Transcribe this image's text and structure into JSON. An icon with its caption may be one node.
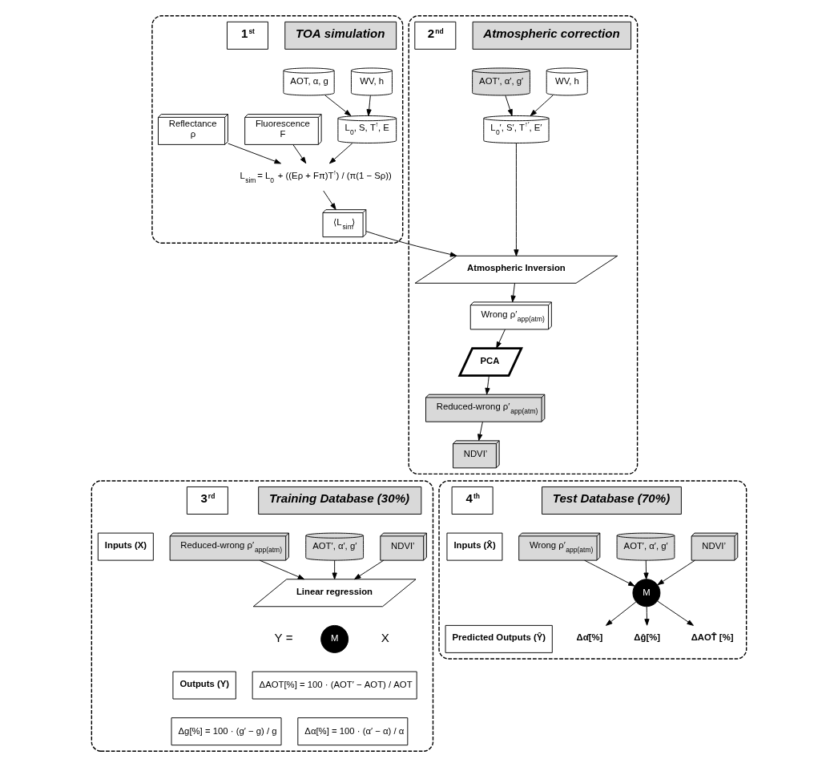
{
  "diagram": {
    "nodes": [
      {
        "text": [],
        "shape": "box"
      },
      {
        "text": [
          "1$^{st}$"
        ],
        "in": 0
      },
      {
        "text": [
          "TOA simulation"
        ],
        "in": 0
      },
      {
        "text": [
          "AOT, α, g"
        ],
        "in": 0
      },
      {
        "text": [
          "WV, h"
        ],
        "in": 0
      },
      {
        "text": [
          "L$_{0}$, S, T$^{↑}$, E"
        ],
        "in": 0
      },
      {
        "text": [
          "L$_{sim}$ = L$_{0}$ + ((Eρ + Fπ)T$^{↑}$) / (π(1 − Sρ))"
        ],
        "in": 0
      },
      {
        "text": [
          "⟨L$_{sim}$⟩"
        ],
        "in": 0
      },
      {
        "text": [
          "Reflectance",
          "ρ"
        ],
        "in": 0
      },
      {
        "text": [
          "Fluorescence",
          "F"
        ],
        "in": 0
      },
      {
        "text": [],
        "shape": "box"
      },
      {
        "text": [
          "2$^{nd}$"
        ],
        "in": 10
      },
      {
        "text": [
          "Atmospheric correction"
        ],
        "in": 10
      },
      {
        "text": [
          "AOT′, α′, g′"
        ],
        "in": 10
      },
      {
        "text": [
          "WV, h"
        ],
        "in": 10
      },
      {
        "text": [
          "L$_{0}$′, S′, T$^{↑′}$, E′"
        ],
        "in": 10
      },
      {
        "text": [
          "Atmospheric Inversion"
        ],
        "in": 10
      },
      {
        "text": [
          "Wrong ρ′$_{app(atm)}$"
        ],
        "in": 10
      },
      {
        "text": [
          "PCA"
        ],
        "in": 10
      },
      {
        "text": [
          "Reduced-wrong ρ′$_{app(atm)}$"
        ],
        "in": 10
      },
      {
        "text": [
          "NDVI’"
        ],
        "in": 10
      },
      {
        "text": [],
        "shape": "box"
      },
      {
        "text": [
          "3$^{rd}$"
        ],
        "in": 21
      },
      {
        "text": [
          "Training Database (30%)"
        ],
        "in": 21
      },
      {
        "text": [
          "Inputs (X)"
        ],
        "in": 21
      },
      {
        "text": [
          "Reduced-wrong ρ′$_{app(atm)}$"
        ],
        "in": 21
      },
      {
        "text": [
          "AOT′, α′, g′"
        ],
        "in": 21
      },
      {
        "text": [
          "NDVI’"
        ],
        "in": 21
      },
      {
        "text": [
          "Linear regression"
        ],
        "in": 21
      },
      {
        "text": [
          "M"
        ],
        "in": 21,
        "beside": [
          "Y =",
          "X"
        ]
      },
      {
        "text": [
          "Outputs (Y)"
        ],
        "in": 21
      },
      {
        "text": [
          "ΔAOT[%] = 100 · (AOT′ − AOT) / AOT"
        ],
        "in": 21
      },
      {
        "text": [
          "Δg[%] = 100 · (g′ − g) / g"
        ],
        "in": 21
      },
      {
        "text": [
          "Δα[%] = 100 · (α′ − α) / α"
        ],
        "in": 21
      },
      {
        "text": [],
        "shape": "box"
      },
      {
        "text": [
          "4$^{th}$"
        ],
        "in": 34
      },
      {
        "text": [
          "Test Database (70%)"
        ],
        "in": 34
      },
      {
        "text": [
          "Inputs (X̂)"
        ],
        "in": 34
      },
      {
        "text": [
          "Wrong ρ′$_{app(atm)}$"
        ],
        "in": 34
      },
      {
        "text": [
          "AOT′, α′, g′"
        ],
        "in": 34
      },
      {
        "text": [
          "NDVI’"
        ],
        "in": 34
      },
      {
        "text": [
          "M"
        ],
        "in": 34
      },
      {
        "text": [
          "Predicted Outputs (Ŷ)"
        ],
        "in": 34
      },
      {
        "text": [
          "ΔAOT̂ [%]"
        ],
        "in": 34
      },
      {
        "text": [
          "Δα̂[%]"
        ],
        "in": 34
      },
      {
        "text": [
          "Δĝ[%]"
        ],
        "in": 34
      }
    ],
    "edges": [
      {
        "from": 3,
        "to": 5,
        "arrow": "to"
      },
      {
        "from": 4,
        "to": 5,
        "arrow": "to"
      },
      {
        "from": 5,
        "to": 6,
        "arrow": "to"
      },
      {
        "from": 8,
        "to": 6,
        "arrow": "to"
      },
      {
        "from": 9,
        "to": 6,
        "arrow": "to"
      },
      {
        "from": 6,
        "to": 7,
        "arrow": "to"
      },
      {
        "from": 7,
        "to": 16,
        "arrow": "to"
      },
      {
        "from": 13,
        "to": 15,
        "arrow": "to"
      },
      {
        "from": 14,
        "to": 15,
        "arrow": "to"
      },
      {
        "from": 15,
        "to": 16,
        "arrow": "to"
      },
      {
        "from": 16,
        "to": 17,
        "arrow": "to"
      },
      {
        "from": 17,
        "to": 18,
        "arrow": "to"
      },
      {
        "from": 18,
        "to": 19,
        "arrow": "to"
      },
      {
        "from": 19,
        "to": 20,
        "arrow": "to"
      },
      {
        "from": 25,
        "to": 28,
        "arrow": "to"
      },
      {
        "from": 26,
        "to": 28,
        "arrow": "to"
      },
      {
        "from": 27,
        "to": 28,
        "arrow": "to"
      },
      {
        "from": 38,
        "to": 41,
        "arrow": "to"
      },
      {
        "from": 39,
        "to": 41,
        "arrow": "to"
      },
      {
        "from": 40,
        "to": 41,
        "arrow": "to"
      },
      {
        "from": 41,
        "to": 43,
        "arrow": "to"
      },
      {
        "from": 41,
        "to": 44,
        "arrow": "to"
      },
      {
        "from": 41,
        "to": 45,
        "arrow": "to"
      }
    ]
  }
}
